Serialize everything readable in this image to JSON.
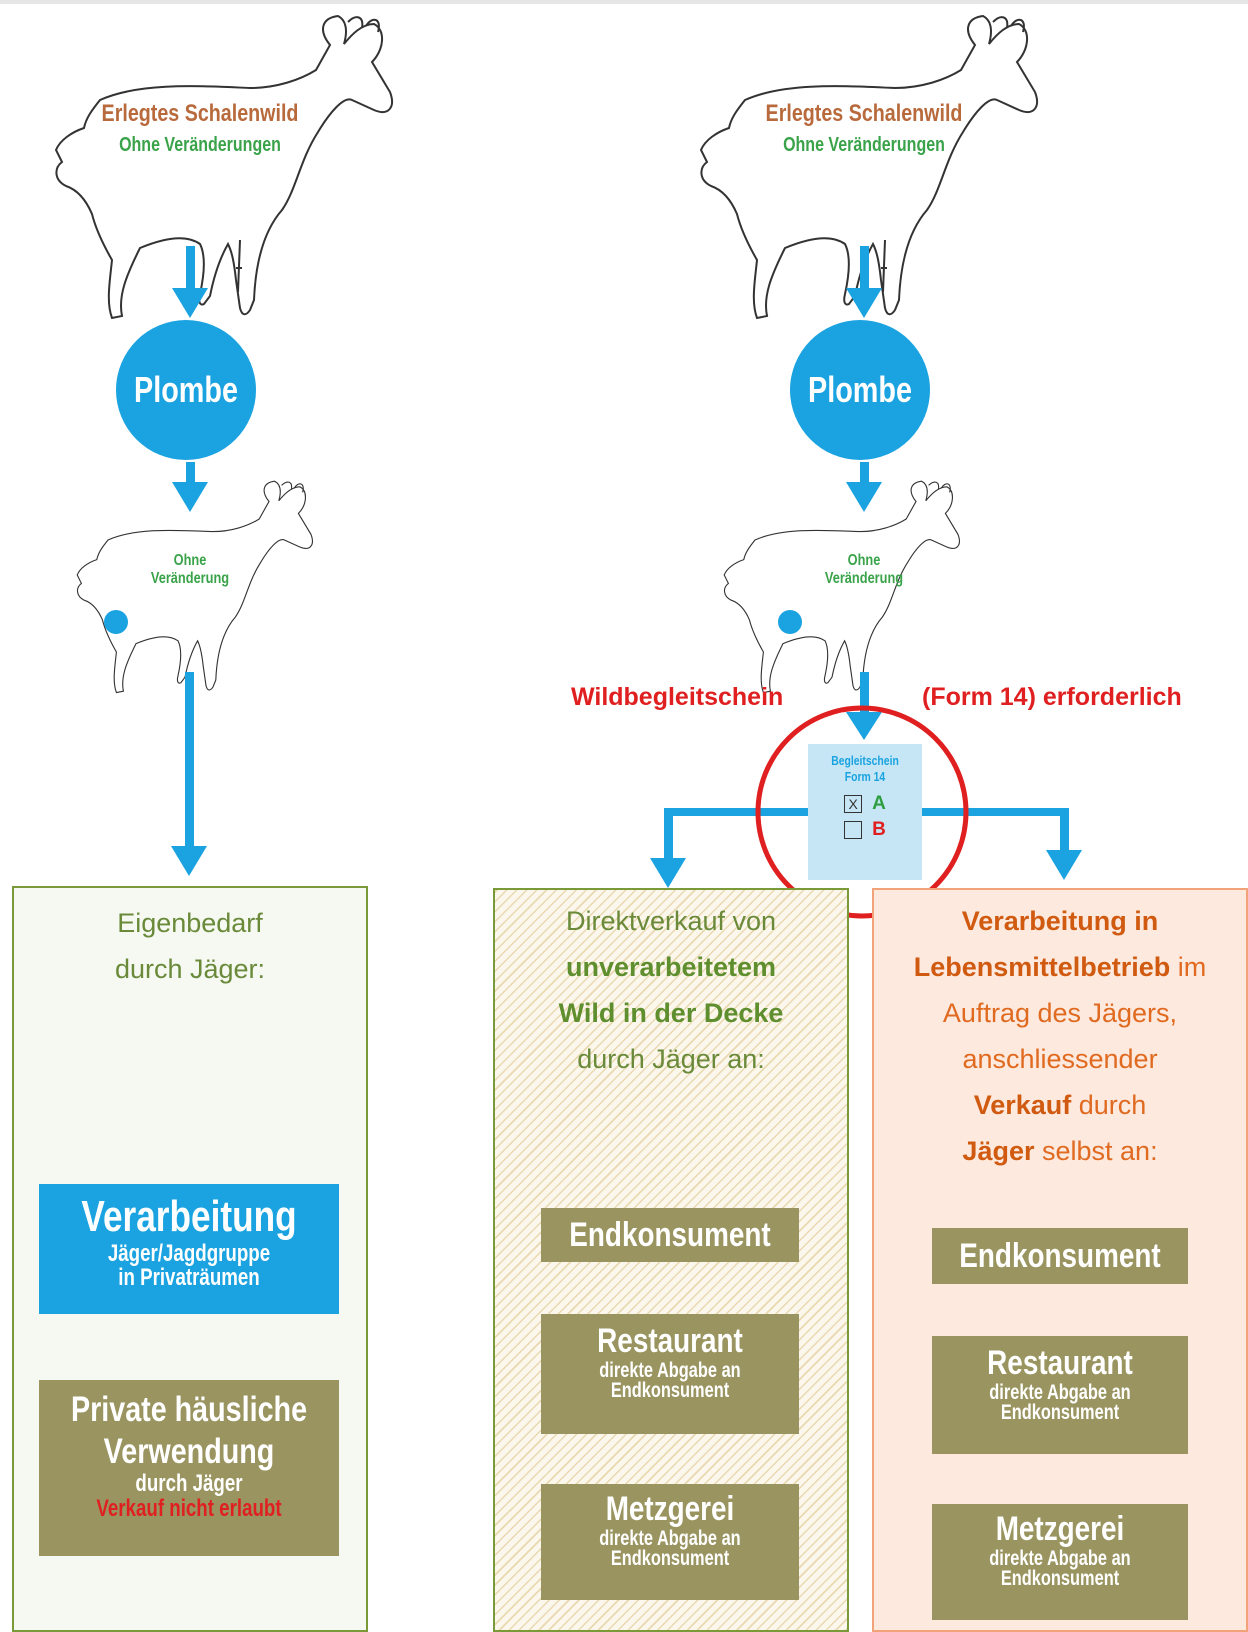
{
  "left_flow": {
    "animal_title": "Erlegtes Schalenwild",
    "animal_subtitle": "Ohne Veränderungen",
    "seal_label": "Plombe",
    "small_animal_line1": "Ohne",
    "small_animal_line2": "Veränderung",
    "panel_line1": "Eigenbedarf",
    "panel_line2": "durch Jäger:",
    "process_title": "Verarbeitung",
    "process_line1": "Jäger/Jagdgruppe",
    "process_line2": "in Privaträumen",
    "use_line1": "Private häusliche",
    "use_line2": "Verwendung",
    "use_line3": "durch Jäger",
    "use_line4": "Verkauf nicht erlaubt"
  },
  "right_flow": {
    "animal_title": "Erlegtes Schalenwild",
    "animal_subtitle": "Ohne Veränderungen",
    "seal_label": "Plombe",
    "small_animal_line1": "Ohne",
    "small_animal_line2": "Veränderung",
    "requirement_left": "Wildbegleitschein",
    "requirement_right": "(Form 14) erforderlich",
    "form_title_line1": "Begleitschein",
    "form_title_line2": "Form 14",
    "option_a_mark": "X",
    "option_a": "A",
    "option_b": "B"
  },
  "middle_panel": {
    "line1": "Direktverkauf von",
    "line2": "unverarbeitetem",
    "line3": "Wild in der Decke",
    "line4": "durch Jäger an:",
    "box1_title": "Endkonsument",
    "box2_title": "Restaurant",
    "box2_line1": "direkte Abgabe an",
    "box2_line2": "Endkonsument",
    "box3_title": "Metzgerei",
    "box3_line1": "direkte Abgabe an",
    "box3_line2": "Endkonsument"
  },
  "right_panel": {
    "line1": "Verarbeitung in",
    "line2_bold": "Lebensmittelbetrieb",
    "line2_rest": "im",
    "line3": "Auftrag des Jägers,",
    "line4": "anschliessender",
    "line5_bold": "Verkauf",
    "line5_rest": "durch",
    "line6_bold": "Jäger",
    "line6_rest": "selbst an:",
    "box1_title": "Endkonsument",
    "box2_title": "Restaurant",
    "box2_line1": "direkte Abgabe an",
    "box2_line2": "Endkonsument",
    "box3_title": "Metzgerei",
    "box3_line1": "direkte Abgabe an",
    "box3_line2": "Endkonsument"
  },
  "colors": {
    "seal_blue": "#1aa3e0",
    "olive": "#9a9560",
    "alert_red": "#e02020",
    "green": "#3aa34a",
    "orange": "#e06a20"
  }
}
